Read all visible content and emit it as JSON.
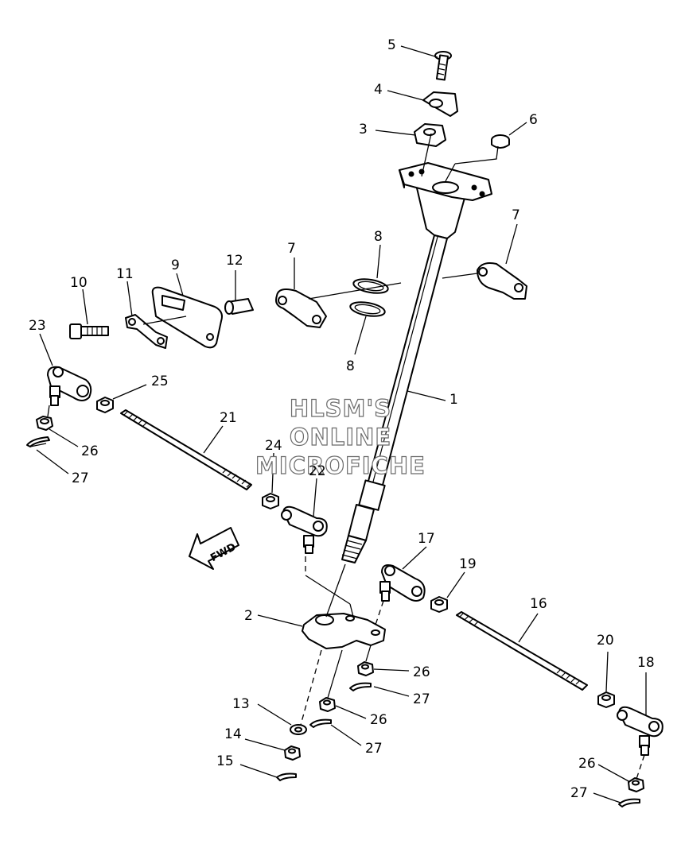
{
  "watermark": {
    "line1": "HLSM'S",
    "line2": "ONLINE",
    "line3": "MICROFICHE"
  },
  "direction_arrow": {
    "label": "FWD"
  },
  "callouts": {
    "c1": "1",
    "c2": "2",
    "c3": "3",
    "c4": "4",
    "c5": "5",
    "c6": "6",
    "c7a": "7",
    "c7b": "7",
    "c8a": "8",
    "c8b": "8",
    "c9": "9",
    "c10": "10",
    "c11": "11",
    "c12": "12",
    "c13": "13",
    "c14": "14",
    "c15": "15",
    "c16": "16",
    "c17": "17",
    "c18": "18",
    "c19": "19",
    "c20": "20",
    "c21": "21",
    "c22": "22",
    "c23": "23",
    "c24": "24",
    "c25": "25",
    "c26a": "26",
    "c26b": "26",
    "c26c": "26",
    "c26d": "26",
    "c27a": "27",
    "c27b": "27",
    "c27c": "27",
    "c27d": "27"
  },
  "colors": {
    "line": "#000000",
    "background": "#ffffff",
    "watermark_outline": "#6b6b6b"
  }
}
